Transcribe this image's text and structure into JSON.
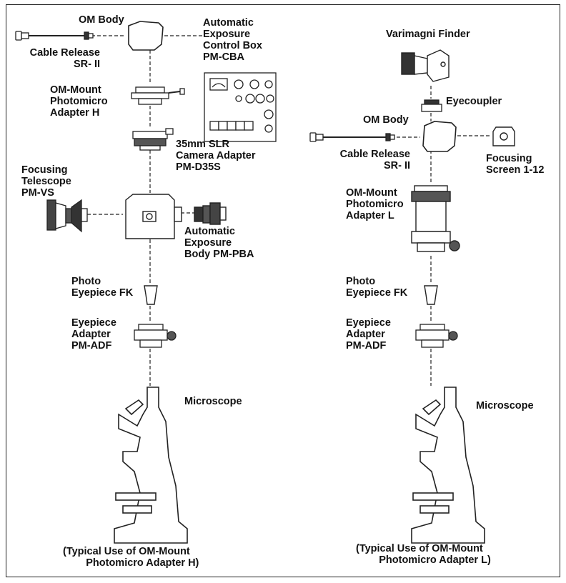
{
  "left": {
    "om_body": "OM Body",
    "cable_release": "Cable Release\nSR- II",
    "auto_exposure_box": "Automatic\nExposure\nControl Box\nPM-CBA",
    "photomicro_adapter_h": "OM-Mount\nPhotomicro\nAdapter H",
    "camera_adapter": "35mm SLR\nCamera Adapter\nPM-D35S",
    "focusing_telescope": "Focusing\nTelescope\nPM-VS",
    "auto_exposure_body": "Automatic\nExposure\nBody PM-PBA",
    "photo_eyepiece": "Photo\nEyepiece FK",
    "eyepiece_adapter": "Eyepiece\nAdapter\nPM-ADF",
    "microscope": "Microscope",
    "caption": "(Typical Use of OM-Mount\n        Photomicro Adapter H)"
  },
  "right": {
    "varimagni_finder": "Varimagni Finder",
    "eyecoupler": "Eyecoupler",
    "om_body": "OM Body",
    "cable_release": "Cable Release\nSR- II",
    "focusing_screen": "Focusing\nScreen 1-12",
    "photomicro_adapter_l": "OM-Mount\nPhotomicro\nAdapter L",
    "photo_eyepiece": "Photo\nEyepiece FK",
    "eyepiece_adapter": "Eyepiece\nAdapter\nPM-ADF",
    "microscope": "Microscope",
    "caption": "(Typical Use of OM-Mount\n        Photomicro Adapter L)"
  }
}
